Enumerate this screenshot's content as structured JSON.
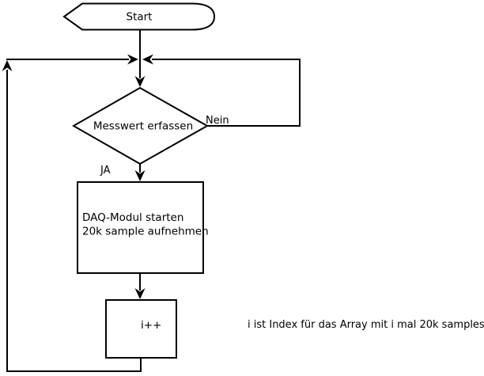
{
  "colors": {
    "background": "#ffffff",
    "line": "#000000",
    "text": "#000000"
  },
  "flowchart": {
    "start": {
      "label": "Start"
    },
    "decision": {
      "label": "Messwert erfassen",
      "yes_label": "JA",
      "no_label": "Nein"
    },
    "process": {
      "line1": "DAQ-Modul starten",
      "line2": "20k sample aufnehmen"
    },
    "increment": {
      "label": "i++"
    },
    "annotation": "i ist Index für das Array mit i mal 20k samples"
  }
}
